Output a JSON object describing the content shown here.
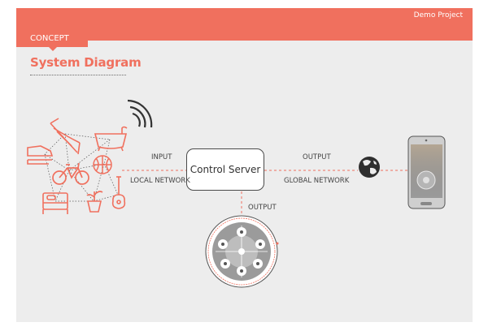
{
  "header": {
    "project": "Demo Project",
    "section_tab": "CONCEPT"
  },
  "page": {
    "title": "System Diagram"
  },
  "diagram": {
    "server_label": "Control Server",
    "input_top": "INPUT",
    "input_bottom": "LOCAL NETWORK",
    "output_right_top": "OUTPUT",
    "output_right_bottom": "GLOBAL NETWORK",
    "output_down": "OUTPUT"
  },
  "colors": {
    "accent": "#f0705e",
    "background": "#ededed",
    "line": "#4a4a4a",
    "device_grey": "#8e8e8e"
  },
  "icons": [
    "wifi-icon",
    "hammock-icon",
    "bathtub-icon",
    "sneaker-icon",
    "basketball-icon",
    "bicycle-icon",
    "bed-icon",
    "plant-pot-icon",
    "guitar-icon",
    "globe-icon",
    "smartphone-icon",
    "round-controller-device"
  ]
}
